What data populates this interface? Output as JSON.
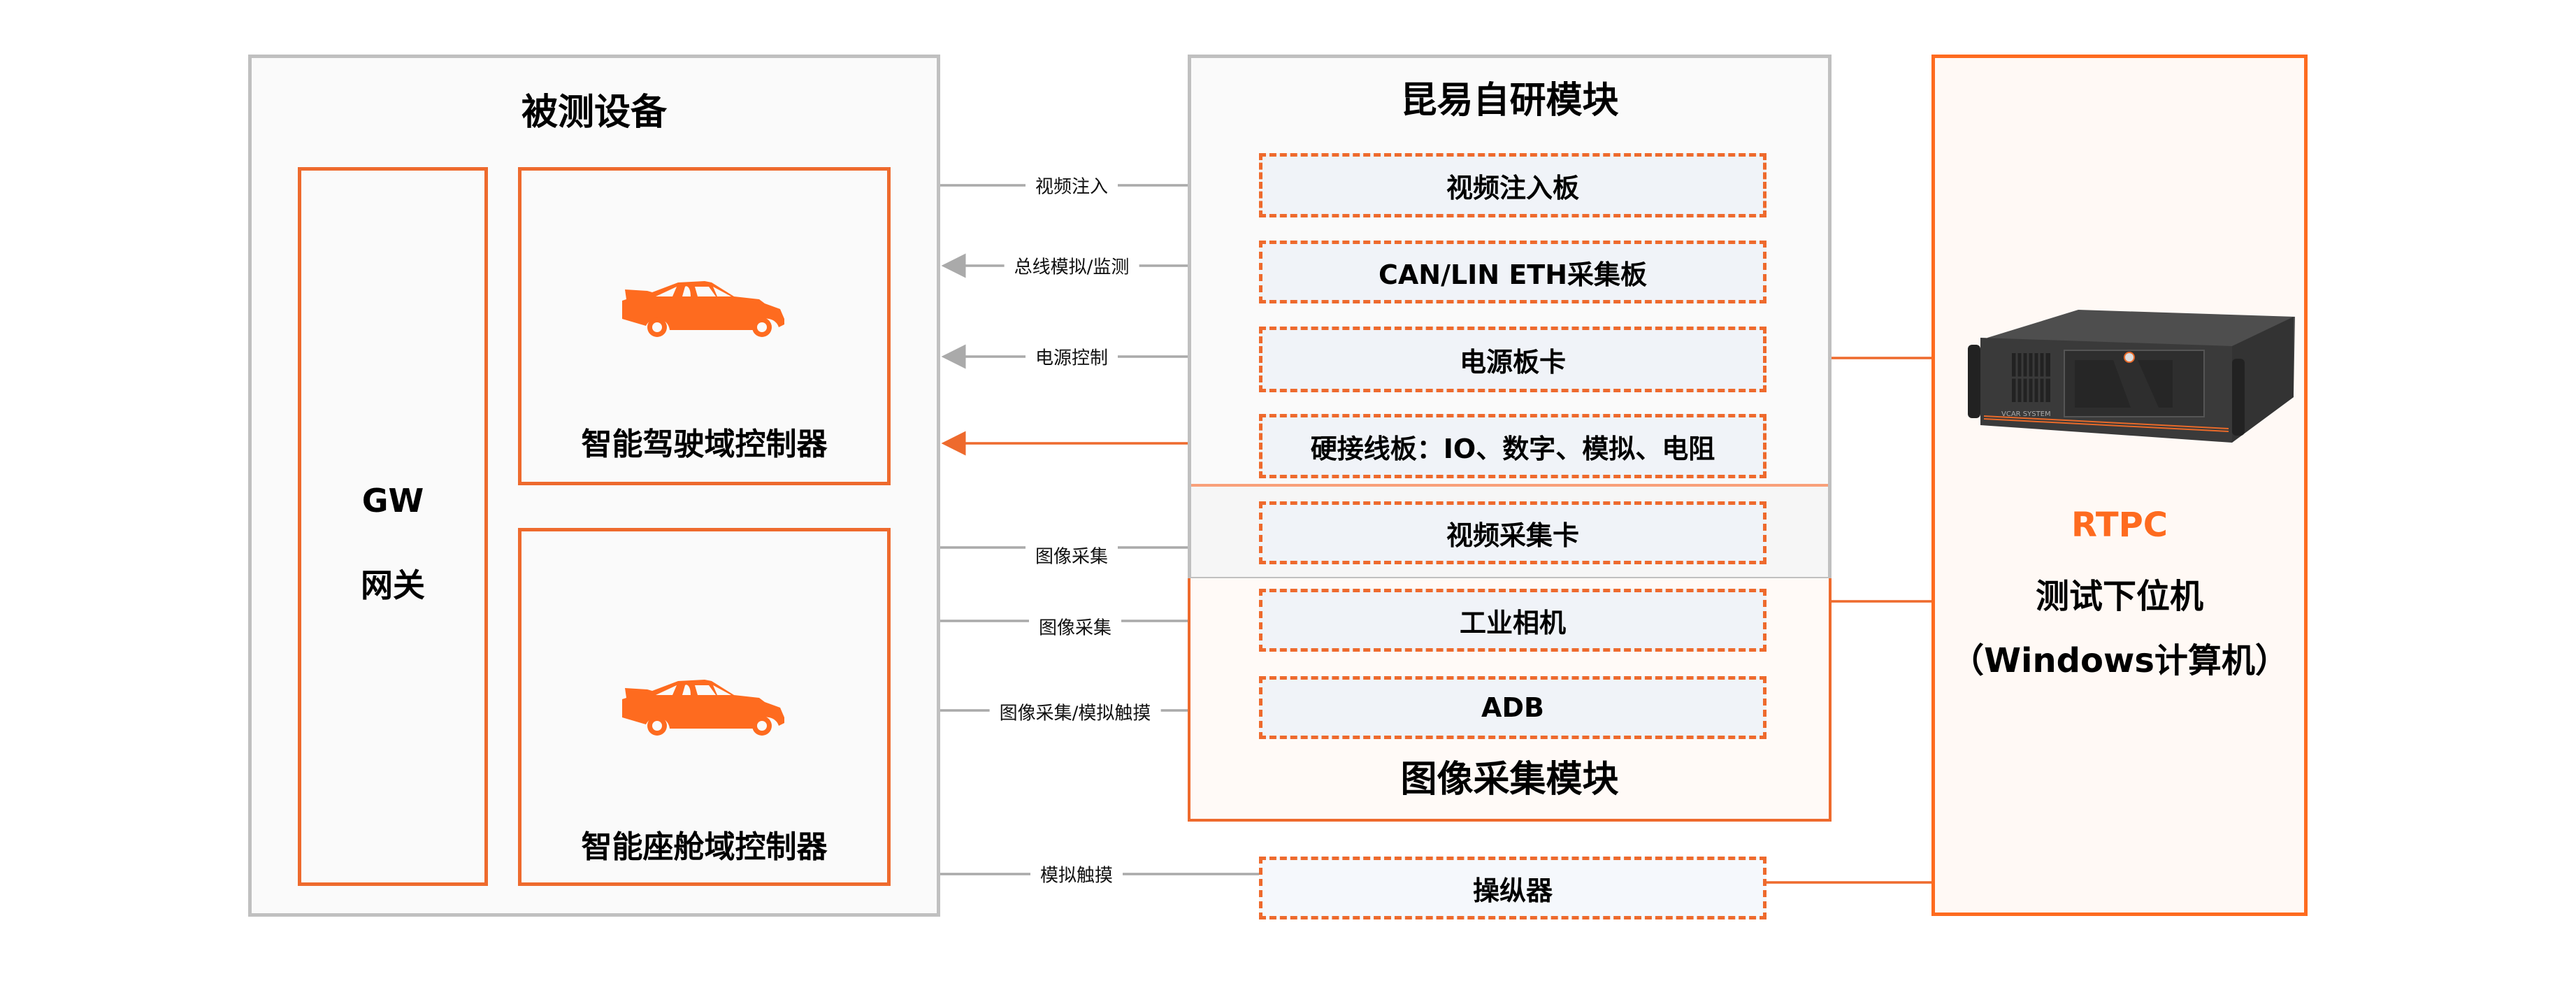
{
  "colors": {
    "accent": "#ee6a2d",
    "car": "#fe6b1f",
    "rtpc_title": "#fe6b1f",
    "gray_border": "#c0c0c0",
    "arrow_gray": "#aaaaaa",
    "separator": "#f9a07a",
    "dashed_fill": "#f0f3f8"
  },
  "dut": {
    "title": "被测设备",
    "gateway": {
      "line1": "GW",
      "line2": "网关"
    },
    "adas_controller": {
      "label": "智能驾驶域控制器",
      "icon": "car-icon"
    },
    "cockpit_controller": {
      "label": "智能座舱域控制器",
      "icon": "car-icon"
    }
  },
  "kunyi_module": {
    "title": "昆易自研模块",
    "boards": [
      {
        "label": "视频注入板"
      },
      {
        "label": "CAN/LIN ETH采集板"
      },
      {
        "label": "电源板卡"
      },
      {
        "label": "硬接线板：IO、数字、模拟、电阻"
      },
      {
        "label": "视频采集卡"
      }
    ]
  },
  "image_module": {
    "title": "图像采集模块",
    "items": [
      {
        "label": "工业相机"
      },
      {
        "label": "ADB"
      }
    ]
  },
  "manipulator": {
    "label": "操纵器"
  },
  "connections": [
    {
      "label": "视频注入",
      "direction": "to-dut"
    },
    {
      "label": "总线模拟/监测",
      "direction": "to-dut"
    },
    {
      "label": "电源控制",
      "direction": "to-dut"
    },
    {
      "label": "",
      "direction": "to-dut",
      "highlight": true
    },
    {
      "label": "图像采集",
      "direction": "to-module"
    },
    {
      "label": "图像采集",
      "direction": "to-module"
    },
    {
      "label": "图像采集/模拟触摸",
      "direction": "both"
    },
    {
      "label": "模拟触摸",
      "direction": "to-dut"
    }
  ],
  "rtpc": {
    "title": "RTPC",
    "subtitle": "测试下位机",
    "note": "（Windows计算机）",
    "device_brand": "VCAR SYSTEM",
    "icon": "industrial-pc-icon"
  }
}
